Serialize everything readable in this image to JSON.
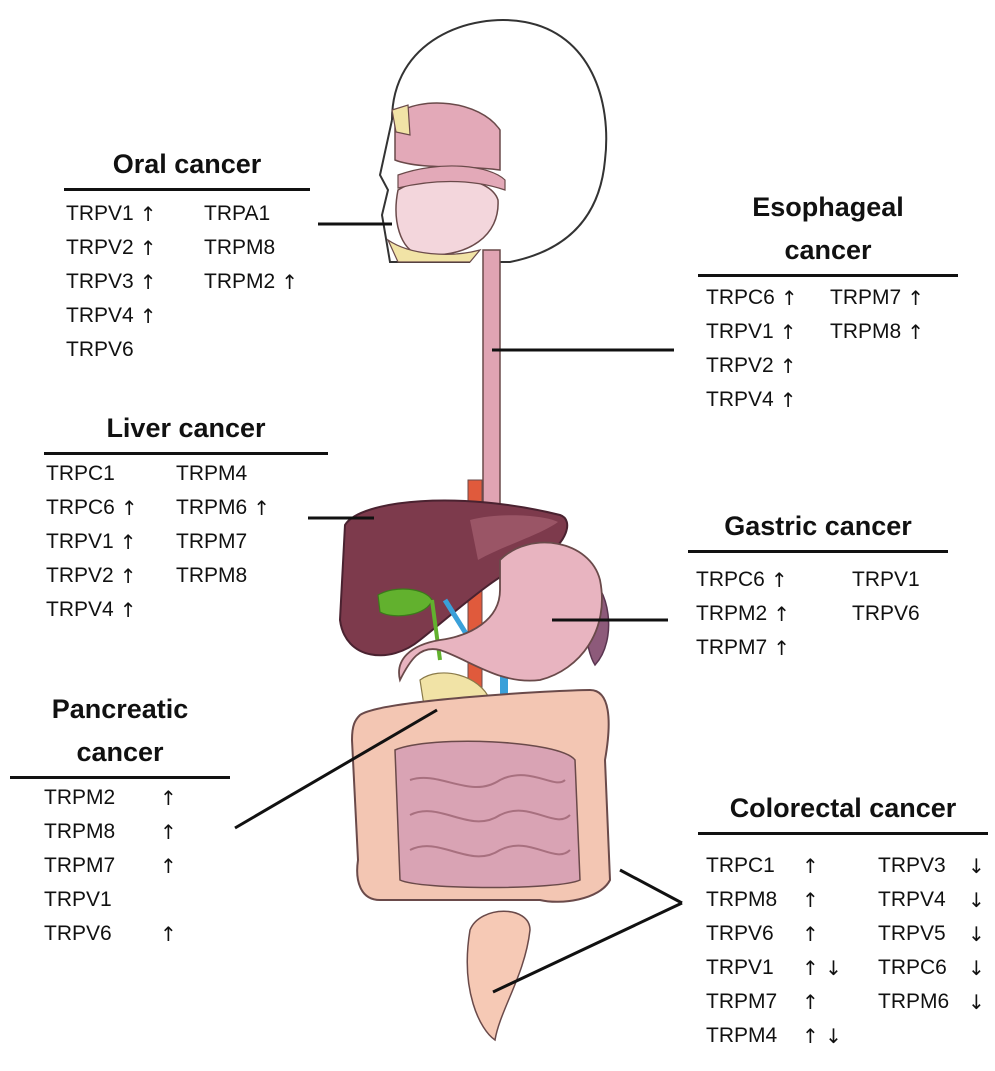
{
  "colors": {
    "lip_tongue": "#e3a9b8",
    "esophagus": "#e0a4b3",
    "liver": "#7d3a4c",
    "liver_highlight": "#9a5566",
    "gallbladder": "#62b12e",
    "artery": "#e05a3c",
    "vein": "#3aa0d9",
    "stomach": "#e8b4c0",
    "spleen": "#8d5a7a",
    "pancreas": "#f1e3a6",
    "colon": "#f3c6b3",
    "small_intestine": "#d9a3b4",
    "rectum": "#f6c9b5",
    "outline": "#6a4a4a",
    "head_outline": "#333333",
    "leader_line": "#111111"
  },
  "panels": [
    {
      "id": "oral",
      "title": "Oral cancer",
      "columns": [
        [
          {
            "gene": "TRPV1",
            "change": "↑"
          },
          {
            "gene": "TRPV2",
            "change": "↑"
          },
          {
            "gene": "TRPV3",
            "change": "↑"
          },
          {
            "gene": "TRPV4",
            "change": "↑"
          },
          {
            "gene": "TRPV6",
            "change": ""
          }
        ],
        [
          {
            "gene": "TRPA1",
            "change": ""
          },
          {
            "gene": "TRPM8",
            "change": ""
          },
          {
            "gene": "TRPM2",
            "change": "↑"
          }
        ]
      ]
    },
    {
      "id": "esophageal",
      "title": "Esophageal cancer",
      "title_lines": [
        "Esophageal",
        "cancer"
      ],
      "columns": [
        [
          {
            "gene": "TRPC6",
            "change": "↑"
          },
          {
            "gene": "TRPV1",
            "change": "↑"
          },
          {
            "gene": "TRPV2",
            "change": "↑"
          },
          {
            "gene": "TRPV4",
            "change": "↑"
          }
        ],
        [
          {
            "gene": "TRPM7",
            "change": "↑"
          },
          {
            "gene": "TRPM8",
            "change": "↑"
          }
        ]
      ]
    },
    {
      "id": "liver",
      "title": "Liver cancer",
      "columns": [
        [
          {
            "gene": "TRPC1",
            "change": ""
          },
          {
            "gene": "TRPC6",
            "change": "↑"
          },
          {
            "gene": "TRPV1",
            "change": "↑"
          },
          {
            "gene": "TRPV2",
            "change": "↑"
          },
          {
            "gene": "TRPV4",
            "change": "↑"
          }
        ],
        [
          {
            "gene": "TRPM4",
            "change": ""
          },
          {
            "gene": "TRPM6",
            "change": "↑"
          },
          {
            "gene": "TRPM7",
            "change": ""
          },
          {
            "gene": "TRPM8",
            "change": ""
          }
        ]
      ]
    },
    {
      "id": "gastric",
      "title": "Gastric cancer",
      "columns": [
        [
          {
            "gene": "TRPC6",
            "change": "↑"
          },
          {
            "gene": "TRPM2",
            "change": "↑"
          },
          {
            "gene": "TRPM7",
            "change": "↑"
          }
        ],
        [
          {
            "gene": "TRPV1",
            "change": ""
          },
          {
            "gene": "TRPV6",
            "change": ""
          }
        ]
      ]
    },
    {
      "id": "pancreatic",
      "title": "Pancreatic cancer",
      "title_lines": [
        "Pancreatic",
        "cancer"
      ],
      "columns": [
        [
          {
            "gene": "TRPM2",
            "change": "↑"
          },
          {
            "gene": "TRPM8",
            "change": "↑"
          },
          {
            "gene": "TRPM7",
            "change": "↑"
          },
          {
            "gene": "TRPV1",
            "change": ""
          },
          {
            "gene": "TRPV6",
            "change": "↑"
          }
        ]
      ]
    },
    {
      "id": "colorectal",
      "title": "Colorectal cancer",
      "columns": [
        [
          {
            "gene": "TRPC1",
            "change": "↑"
          },
          {
            "gene": "TRPM8",
            "change": "↑"
          },
          {
            "gene": "TRPV6",
            "change": "↑"
          },
          {
            "gene": "TRPV1",
            "change": "↑ ↓"
          },
          {
            "gene": "TRPM7",
            "change": "↑"
          },
          {
            "gene": "TRPM4",
            "change": "↑ ↓"
          }
        ],
        [
          {
            "gene": "TRPV3",
            "change": "↓"
          },
          {
            "gene": "TRPV4",
            "change": "↓"
          },
          {
            "gene": "TRPV5",
            "change": "↓"
          },
          {
            "gene": "TRPC6",
            "change": "↓"
          },
          {
            "gene": "TRPM6",
            "change": "↓"
          }
        ]
      ]
    }
  ]
}
